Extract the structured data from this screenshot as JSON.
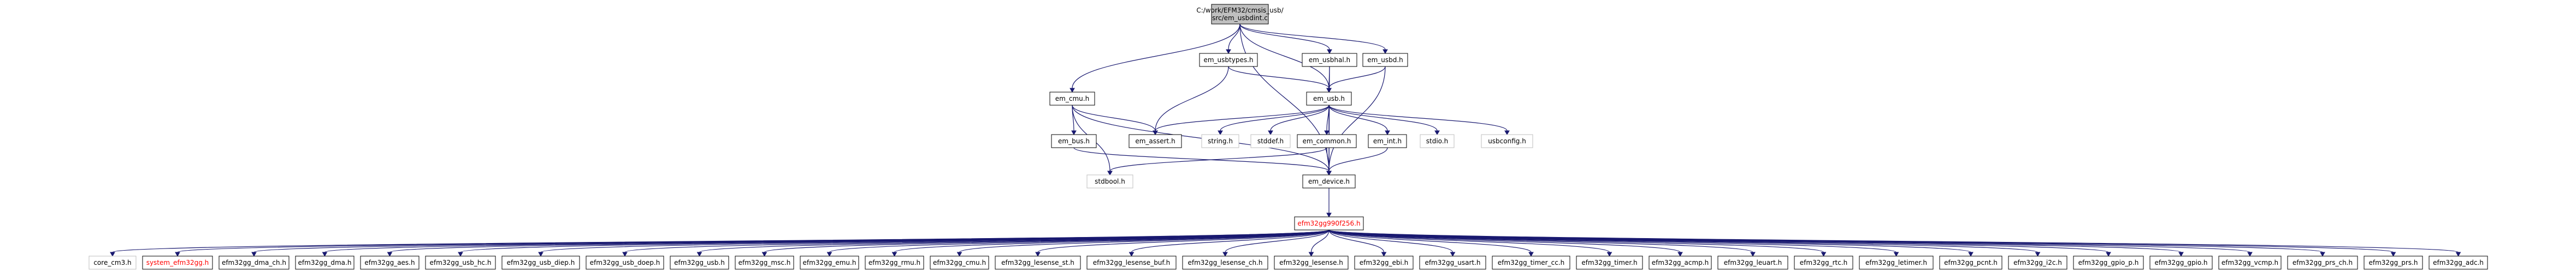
{
  "graph": {
    "nodes": [
      {
        "id": "root",
        "lines": [
          "C:/work/EFM32/cmsis_usb/",
          "src/em_usbdint.c"
        ],
        "kind": "root"
      },
      {
        "id": "em_usbtypes",
        "lines": [
          "em_usbtypes.h"
        ],
        "kind": "normal"
      },
      {
        "id": "em_usbhal",
        "lines": [
          "em_usbhal.h"
        ],
        "kind": "normal"
      },
      {
        "id": "em_usbd",
        "lines": [
          "em_usbd.h"
        ],
        "kind": "normal"
      },
      {
        "id": "em_cmu",
        "lines": [
          "em_cmu.h"
        ],
        "kind": "normal"
      },
      {
        "id": "em_usb",
        "lines": [
          "em_usb.h"
        ],
        "kind": "normal"
      },
      {
        "id": "em_bus",
        "lines": [
          "em_bus.h"
        ],
        "kind": "normal"
      },
      {
        "id": "em_assert",
        "lines": [
          "em_assert.h"
        ],
        "kind": "normal"
      },
      {
        "id": "string",
        "lines": [
          "string.h"
        ],
        "kind": "noref"
      },
      {
        "id": "stddef",
        "lines": [
          "stddef.h"
        ],
        "kind": "noref"
      },
      {
        "id": "em_common",
        "lines": [
          "em_common.h"
        ],
        "kind": "normal"
      },
      {
        "id": "em_int",
        "lines": [
          "em_int.h"
        ],
        "kind": "normal"
      },
      {
        "id": "stdio",
        "lines": [
          "stdio.h"
        ],
        "kind": "noref"
      },
      {
        "id": "usbconfig",
        "lines": [
          "usbconfig.h"
        ],
        "kind": "noref"
      },
      {
        "id": "stdbool",
        "lines": [
          "stdbool.h"
        ],
        "kind": "noref"
      },
      {
        "id": "em_device",
        "lines": [
          "em_device.h"
        ],
        "kind": "normal"
      },
      {
        "id": "efm32gg990f256",
        "lines": [
          "efm32gg990f256.h"
        ],
        "kind": "red"
      },
      {
        "id": "core_cm3",
        "lines": [
          "core_cm3.h"
        ],
        "kind": "noref"
      },
      {
        "id": "system_efm32gg",
        "lines": [
          "system_efm32gg.h"
        ],
        "kind": "red"
      },
      {
        "id": "l_dma_ch",
        "lines": [
          "efm32gg_dma_ch.h"
        ],
        "kind": "normal"
      },
      {
        "id": "l_dma",
        "lines": [
          "efm32gg_dma.h"
        ],
        "kind": "normal"
      },
      {
        "id": "l_aes",
        "lines": [
          "efm32gg_aes.h"
        ],
        "kind": "normal"
      },
      {
        "id": "l_usb_hc",
        "lines": [
          "efm32gg_usb_hc.h"
        ],
        "kind": "normal"
      },
      {
        "id": "l_usb_diep",
        "lines": [
          "efm32gg_usb_diep.h"
        ],
        "kind": "normal"
      },
      {
        "id": "l_usb_doep",
        "lines": [
          "efm32gg_usb_doep.h"
        ],
        "kind": "normal"
      },
      {
        "id": "l_usb",
        "lines": [
          "efm32gg_usb.h"
        ],
        "kind": "normal"
      },
      {
        "id": "l_msc",
        "lines": [
          "efm32gg_msc.h"
        ],
        "kind": "normal"
      },
      {
        "id": "l_emu",
        "lines": [
          "efm32gg_emu.h"
        ],
        "kind": "normal"
      },
      {
        "id": "l_rmu",
        "lines": [
          "efm32gg_rmu.h"
        ],
        "kind": "normal"
      },
      {
        "id": "l_cmu",
        "lines": [
          "efm32gg_cmu.h"
        ],
        "kind": "normal"
      },
      {
        "id": "l_lesense_st",
        "lines": [
          "efm32gg_lesense_st.h"
        ],
        "kind": "normal"
      },
      {
        "id": "l_lesense_buf",
        "lines": [
          "efm32gg_lesense_buf.h"
        ],
        "kind": "normal"
      },
      {
        "id": "l_lesense_ch",
        "lines": [
          "efm32gg_lesense_ch.h"
        ],
        "kind": "normal"
      },
      {
        "id": "l_lesense",
        "lines": [
          "efm32gg_lesense.h"
        ],
        "kind": "normal"
      },
      {
        "id": "l_ebi",
        "lines": [
          "efm32gg_ebi.h"
        ],
        "kind": "normal"
      },
      {
        "id": "l_usart",
        "lines": [
          "efm32gg_usart.h"
        ],
        "kind": "normal"
      },
      {
        "id": "l_timer_cc",
        "lines": [
          "efm32gg_timer_cc.h"
        ],
        "kind": "normal"
      },
      {
        "id": "l_timer",
        "lines": [
          "efm32gg_timer.h"
        ],
        "kind": "normal"
      },
      {
        "id": "l_acmp",
        "lines": [
          "efm32gg_acmp.h"
        ],
        "kind": "normal"
      },
      {
        "id": "l_leuart",
        "lines": [
          "efm32gg_leuart.h"
        ],
        "kind": "normal"
      },
      {
        "id": "l_rtc",
        "lines": [
          "efm32gg_rtc.h"
        ],
        "kind": "normal"
      },
      {
        "id": "l_letimer",
        "lines": [
          "efm32gg_letimer.h"
        ],
        "kind": "normal"
      },
      {
        "id": "l_pcnt",
        "lines": [
          "efm32gg_pcnt.h"
        ],
        "kind": "normal"
      },
      {
        "id": "l_i2c",
        "lines": [
          "efm32gg_i2c.h"
        ],
        "kind": "normal"
      },
      {
        "id": "l_gpio_p",
        "lines": [
          "efm32gg_gpio_p.h"
        ],
        "kind": "normal"
      },
      {
        "id": "l_gpio",
        "lines": [
          "efm32gg_gpio.h"
        ],
        "kind": "normal"
      },
      {
        "id": "l_vcmp",
        "lines": [
          "efm32gg_vcmp.h"
        ],
        "kind": "normal"
      },
      {
        "id": "l_prs_ch",
        "lines": [
          "efm32gg_prs_ch.h"
        ],
        "kind": "normal"
      },
      {
        "id": "l_prs",
        "lines": [
          "efm32gg_prs.h"
        ],
        "kind": "normal"
      },
      {
        "id": "l_adc",
        "lines": [
          "efm32gg_adc.h"
        ],
        "kind": "normal"
      }
    ],
    "edges": [
      [
        "root",
        "em_usbtypes"
      ],
      [
        "root",
        "em_usbhal"
      ],
      [
        "root",
        "em_usbd"
      ],
      [
        "root",
        "em_cmu"
      ],
      [
        "root",
        "em_usb"
      ],
      [
        "root",
        "em_device"
      ],
      [
        "em_usbtypes",
        "em_usb"
      ],
      [
        "em_usbtypes",
        "em_assert"
      ],
      [
        "em_usbhal",
        "em_usb"
      ],
      [
        "em_usbhal",
        "em_device"
      ],
      [
        "em_usbd",
        "em_usb"
      ],
      [
        "em_usbd",
        "em_device"
      ],
      [
        "em_cmu",
        "em_bus"
      ],
      [
        "em_cmu",
        "em_assert"
      ],
      [
        "em_cmu",
        "stdbool"
      ],
      [
        "em_cmu",
        "em_device"
      ],
      [
        "em_usb",
        "em_assert"
      ],
      [
        "em_usb",
        "string"
      ],
      [
        "em_usb",
        "stddef"
      ],
      [
        "em_usb",
        "em_common"
      ],
      [
        "em_usb",
        "em_int"
      ],
      [
        "em_usb",
        "stdio"
      ],
      [
        "em_usb",
        "usbconfig"
      ],
      [
        "em_usb",
        "em_device"
      ],
      [
        "em_bus",
        "em_device"
      ],
      [
        "em_common",
        "stdbool"
      ],
      [
        "em_common",
        "em_device"
      ],
      [
        "em_int",
        "em_device"
      ],
      [
        "em_device",
        "efm32gg990f256"
      ],
      [
        "efm32gg990f256",
        "core_cm3"
      ],
      [
        "efm32gg990f256",
        "system_efm32gg"
      ],
      [
        "efm32gg990f256",
        "l_dma_ch"
      ],
      [
        "efm32gg990f256",
        "l_dma"
      ],
      [
        "efm32gg990f256",
        "l_aes"
      ],
      [
        "efm32gg990f256",
        "l_usb_hc"
      ],
      [
        "efm32gg990f256",
        "l_usb_diep"
      ],
      [
        "efm32gg990f256",
        "l_usb_doep"
      ],
      [
        "efm32gg990f256",
        "l_usb"
      ],
      [
        "efm32gg990f256",
        "l_msc"
      ],
      [
        "efm32gg990f256",
        "l_emu"
      ],
      [
        "efm32gg990f256",
        "l_rmu"
      ],
      [
        "efm32gg990f256",
        "l_cmu"
      ],
      [
        "efm32gg990f256",
        "l_lesense_st"
      ],
      [
        "efm32gg990f256",
        "l_lesense_buf"
      ],
      [
        "efm32gg990f256",
        "l_lesense_ch"
      ],
      [
        "efm32gg990f256",
        "l_lesense"
      ],
      [
        "efm32gg990f256",
        "l_ebi"
      ],
      [
        "efm32gg990f256",
        "l_usart"
      ],
      [
        "efm32gg990f256",
        "l_timer_cc"
      ],
      [
        "efm32gg990f256",
        "l_timer"
      ],
      [
        "efm32gg990f256",
        "l_acmp"
      ],
      [
        "efm32gg990f256",
        "l_leuart"
      ],
      [
        "efm32gg990f256",
        "l_rtc"
      ],
      [
        "efm32gg990f256",
        "l_letimer"
      ],
      [
        "efm32gg990f256",
        "l_pcnt"
      ],
      [
        "efm32gg990f256",
        "l_i2c"
      ],
      [
        "efm32gg990f256",
        "l_gpio_p"
      ],
      [
        "efm32gg990f256",
        "l_gpio"
      ],
      [
        "efm32gg990f256",
        "l_vcmp"
      ],
      [
        "efm32gg990f256",
        "l_prs_ch"
      ],
      [
        "efm32gg990f256",
        "l_prs"
      ],
      [
        "efm32gg990f256",
        "l_adc"
      ]
    ]
  },
  "colors": {
    "edge": "#191970",
    "root_fill": "#bfbfbf",
    "border": "#000000",
    "noref_border": "#bfbfbf",
    "red_label": "#ff0000"
  }
}
